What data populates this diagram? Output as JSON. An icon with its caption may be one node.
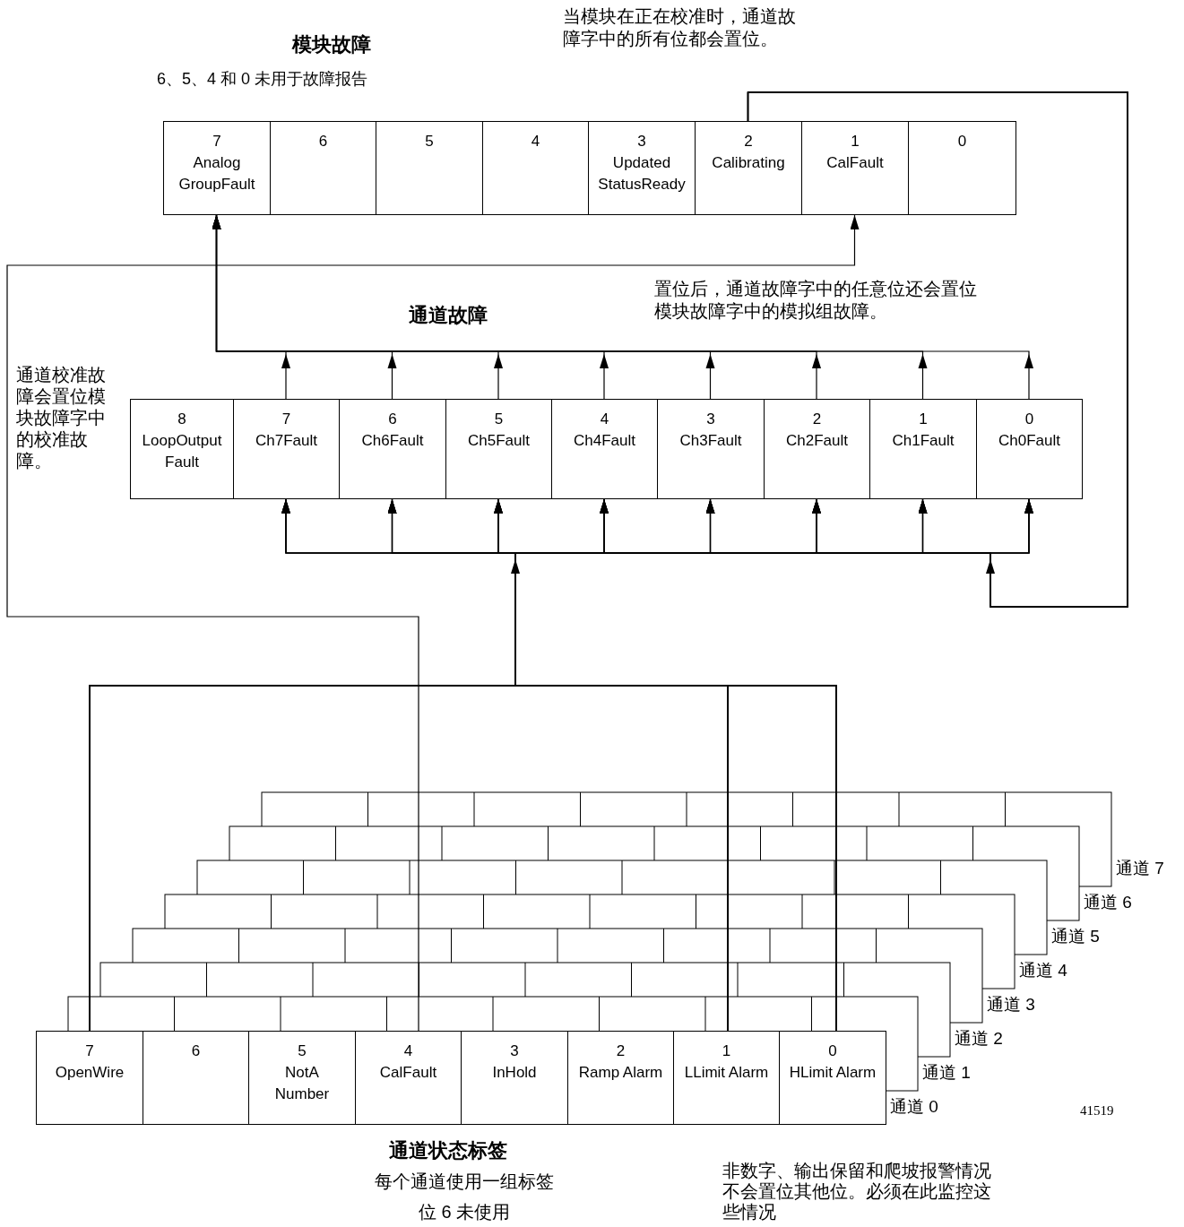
{
  "diagram": {
    "nodes": [
      {
        "text": [
          "7",
          "Analog GroupFault"
        ]
      },
      {
        "text": [
          "6"
        ]
      },
      {
        "text": [
          "5"
        ]
      },
      {
        "text": [
          "4"
        ]
      },
      {
        "text": [
          "3",
          "Updated StatusReady"
        ]
      },
      {
        "text": [
          "2",
          "Calibrating"
        ]
      },
      {
        "text": [
          "1",
          "CalFault"
        ]
      },
      {
        "text": [
          "0"
        ]
      },
      {
        "text": [
          "8",
          "LoopOutput Fault"
        ]
      },
      {
        "text": [
          "7",
          "Ch7Fault"
        ]
      },
      {
        "text": [
          "6",
          "Ch6Fault"
        ]
      },
      {
        "text": [
          "5",
          "Ch5Fault"
        ]
      },
      {
        "text": [
          "4",
          "Ch4Fault"
        ]
      },
      {
        "text": [
          "3",
          "Ch3Fault"
        ]
      },
      {
        "text": [
          "2",
          "Ch2Fault"
        ]
      },
      {
        "text": [
          "1",
          "Ch1Fault"
        ]
      },
      {
        "text": [
          "0",
          "Ch0Fault"
        ]
      },
      {
        "text": [
          "7",
          "OpenWire"
        ]
      },
      {
        "text": [
          "6"
        ]
      },
      {
        "text": [
          "5",
          "NotA Number"
        ]
      },
      {
        "text": [
          "4",
          "CalFault"
        ]
      },
      {
        "text": [
          "3",
          "InHold"
        ]
      },
      {
        "text": [
          "2",
          "Ramp Alarm"
        ]
      },
      {
        "text": [
          "1",
          "LLimit Alarm"
        ]
      },
      {
        "text": [
          "0",
          "HLimit Alarm"
        ]
      }
    ],
    "edges": [
      {
        "from": 9,
        "to": 0,
        "arrow": "to"
      },
      {
        "from": 10,
        "to": 0,
        "arrow": "to"
      },
      {
        "from": 11,
        "to": 0,
        "arrow": "to"
      },
      {
        "from": 12,
        "to": 0,
        "arrow": "to"
      },
      {
        "from": 13,
        "to": 0,
        "arrow": "to"
      },
      {
        "from": 14,
        "to": 0,
        "arrow": "to"
      },
      {
        "from": 15,
        "to": 0,
        "arrow": "to"
      },
      {
        "from": 16,
        "to": 0,
        "arrow": "to"
      },
      {
        "from": 17,
        "to": 9,
        "arrow": "to"
      },
      {
        "from": 17,
        "to": 10,
        "arrow": "to"
      },
      {
        "from": 17,
        "to": 11,
        "arrow": "to"
      },
      {
        "from": 17,
        "to": 12,
        "arrow": "to"
      },
      {
        "from": 17,
        "to": 13,
        "arrow": "to"
      },
      {
        "from": 17,
        "to": 14,
        "arrow": "to"
      },
      {
        "from": 17,
        "to": 15,
        "arrow": "to"
      },
      {
        "from": 17,
        "to": 16,
        "arrow": "to"
      },
      {
        "from": 23,
        "to": 9,
        "arrow": "to"
      },
      {
        "from": 23,
        "to": 10,
        "arrow": "to"
      },
      {
        "from": 23,
        "to": 11,
        "arrow": "to"
      },
      {
        "from": 23,
        "to": 12,
        "arrow": "to"
      },
      {
        "from": 23,
        "to": 13,
        "arrow": "to"
      },
      {
        "from": 23,
        "to": 14,
        "arrow": "to"
      },
      {
        "from": 23,
        "to": 15,
        "arrow": "to"
      },
      {
        "from": 23,
        "to": 16,
        "arrow": "to"
      },
      {
        "from": 24,
        "to": 9,
        "arrow": "to"
      },
      {
        "from": 24,
        "to": 10,
        "arrow": "to"
      },
      {
        "from": 24,
        "to": 11,
        "arrow": "to"
      },
      {
        "from": 24,
        "to": 12,
        "arrow": "to"
      },
      {
        "from": 24,
        "to": 13,
        "arrow": "to"
      },
      {
        "from": 24,
        "to": 14,
        "arrow": "to"
      },
      {
        "from": 24,
        "to": 15,
        "arrow": "to"
      },
      {
        "from": 24,
        "to": 16,
        "arrow": "to"
      },
      {
        "from": 5,
        "to": 9,
        "arrow": "to"
      },
      {
        "from": 5,
        "to": 10,
        "arrow": "to"
      },
      {
        "from": 5,
        "to": 11,
        "arrow": "to"
      },
      {
        "from": 5,
        "to": 12,
        "arrow": "to"
      },
      {
        "from": 5,
        "to": 13,
        "arrow": "to"
      },
      {
        "from": 5,
        "to": 14,
        "arrow": "to"
      },
      {
        "from": 5,
        "to": 15,
        "arrow": "to"
      },
      {
        "from": 5,
        "to": 16,
        "arrow": "to"
      },
      {
        "from": 20,
        "to": 6,
        "arrow": "to"
      }
    ],
    "labels": [
      "模块故障",
      "6、5、4 和 0 未用于故障报告",
      "当模块在正在校准时，通道故障字中的所有位都会置位。",
      "通道故障",
      "置位后，通道故障字中的任意位还会置位模块故障字中的模拟组故障。",
      "通道校准故障会置位模块故障字中的校准故障。",
      "通道 7",
      "通道 6",
      "通道 5",
      "通道 4",
      "通道 3",
      "通道 2",
      "通道 1",
      "通道 0",
      "41519",
      "通道状态标签",
      "每个通道使用一组标签",
      "位 6 未使用",
      "非数字、输出保留和爬坡报警情况不会置位其他位。必须在此监控这些情况"
    ]
  }
}
